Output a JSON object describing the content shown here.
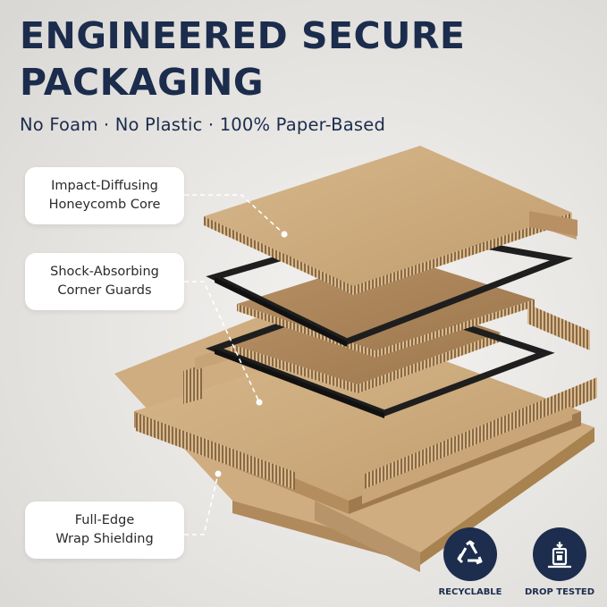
{
  "header": {
    "title_line1": "ENGINEERED SECURE",
    "title_line2": "PACKAGING",
    "subtitle": "No Foam · No Plastic · 100% Paper-Based"
  },
  "callouts": [
    {
      "line1": "Impact-Diffusing",
      "line2": "Honeycomb Core"
    },
    {
      "line1": "Shock-Absorbing",
      "line2": "Corner Guards"
    },
    {
      "line1": "Full-Edge",
      "line2": "Wrap Shielding"
    }
  ],
  "badges": [
    {
      "label": "RECYCLABLE",
      "icon": "recycle-icon"
    },
    {
      "label": "DROP TESTED",
      "icon": "drop-test-icon"
    }
  ],
  "colors": {
    "navy": "#1c2d4d",
    "kraft": "#c9a77a",
    "kraft_dark": "#a8865a",
    "frame": "#1e1e1e"
  }
}
